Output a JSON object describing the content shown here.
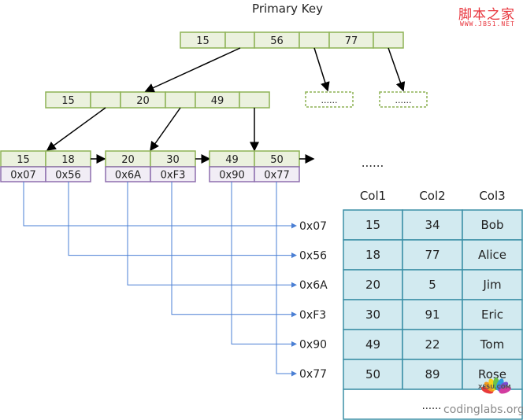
{
  "title": "Primary Key",
  "logo": {
    "cn": "脚本之家",
    "url": "WWW.JB51.NET"
  },
  "watermark": {
    "text": "codinglabs.org",
    "badge": "XESU.COM"
  },
  "root_node": {
    "keys": [
      "15",
      "56",
      "77"
    ]
  },
  "internal_node": {
    "keys": [
      "15",
      "20",
      "49"
    ]
  },
  "placeholder_nodes": [
    "......",
    "......"
  ],
  "leaves": [
    {
      "keys": [
        "15",
        "18"
      ],
      "addrs": [
        "0x07",
        "0x56"
      ]
    },
    {
      "keys": [
        "20",
        "30"
      ],
      "addrs": [
        "0x6A",
        "0xF3"
      ]
    },
    {
      "keys": [
        "49",
        "50"
      ],
      "addrs": [
        "0x90",
        "0x77"
      ]
    }
  ],
  "leaf_ellipsis": "......",
  "pointer_labels": [
    "0x07",
    "0x56",
    "0x6A",
    "0xF3",
    "0x90",
    "0x77"
  ],
  "table": {
    "headers": [
      "Col1",
      "Col2",
      "Col3"
    ],
    "rows": [
      [
        "15",
        "34",
        "Bob"
      ],
      [
        "18",
        "77",
        "Alice"
      ],
      [
        "20",
        "5",
        "Jim"
      ],
      [
        "30",
        "91",
        "Eric"
      ],
      [
        "49",
        "22",
        "Tom"
      ],
      [
        "50",
        "89",
        "Rose"
      ]
    ],
    "ellipsis": "......"
  },
  "colors": {
    "key_fill": "#ebf1de",
    "key_border": "#8db255",
    "addr_fill": "#f1edf5",
    "addr_border": "#8e6fae",
    "line": "#4a7fd4",
    "table_fill": "#d2eaf0",
    "table_border": "#3b8fa6"
  }
}
